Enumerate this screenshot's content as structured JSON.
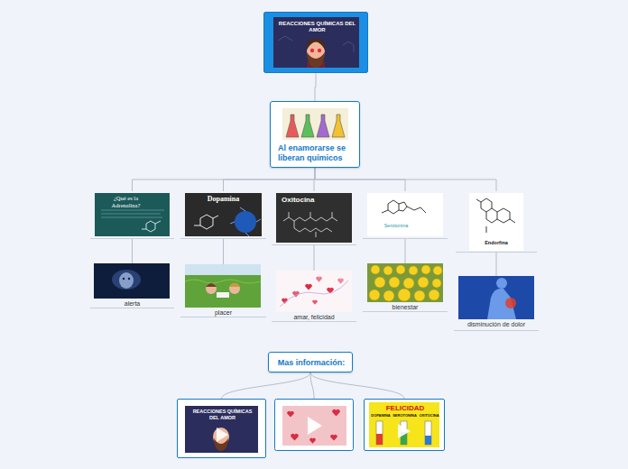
{
  "diagram": {
    "nodes": [
      {
        "text": [
          "REACCIONES QUÍMICAS DEL AMOR"
        ]
      },
      {
        "text": [
          "Al enamorarse se liberan químicos"
        ]
      },
      {
        "text": [
          "¿Qué es la Adrenalina?"
        ]
      },
      {
        "text": [
          "Dopamina"
        ]
      },
      {
        "text": [
          "Oxitocina"
        ]
      },
      {
        "text": [
          "Serotonina"
        ]
      },
      {
        "text": [
          "Endorfina"
        ]
      },
      {
        "text": [
          "alerta"
        ]
      },
      {
        "text": [
          "placer"
        ]
      },
      {
        "text": [
          "amar, felicidad"
        ]
      },
      {
        "text": [
          "bienestar"
        ]
      },
      {
        "text": [
          "disminución de dolor"
        ]
      },
      {
        "text": [
          "Mas información:"
        ]
      },
      {
        "text": [
          "REACCIONES QUÍMICAS DEL AMOR"
        ]
      },
      {
        "text": [
          "FELICIDAD",
          "DOPAMINA",
          "SEROTONINA",
          "OXITOCINA"
        ]
      }
    ],
    "edges": [
      {
        "from": 0,
        "to": 1,
        "arrow": "none"
      },
      {
        "from": 1,
        "to": 2,
        "arrow": "none"
      },
      {
        "from": 1,
        "to": 3,
        "arrow": "none"
      },
      {
        "from": 1,
        "to": 4,
        "arrow": "none"
      },
      {
        "from": 1,
        "to": 5,
        "arrow": "none"
      },
      {
        "from": 1,
        "to": 6,
        "arrow": "none"
      },
      {
        "from": 2,
        "to": 7,
        "arrow": "none"
      },
      {
        "from": 3,
        "to": 8,
        "arrow": "none"
      },
      {
        "from": 4,
        "to": 9,
        "arrow": "none"
      },
      {
        "from": 5,
        "to": 10,
        "arrow": "none"
      },
      {
        "from": 6,
        "to": 11,
        "arrow": "none"
      },
      {
        "from": 12,
        "to": 13,
        "arrow": "none"
      },
      {
        "from": 12,
        "to": 14,
        "arrow": "none"
      }
    ]
  }
}
